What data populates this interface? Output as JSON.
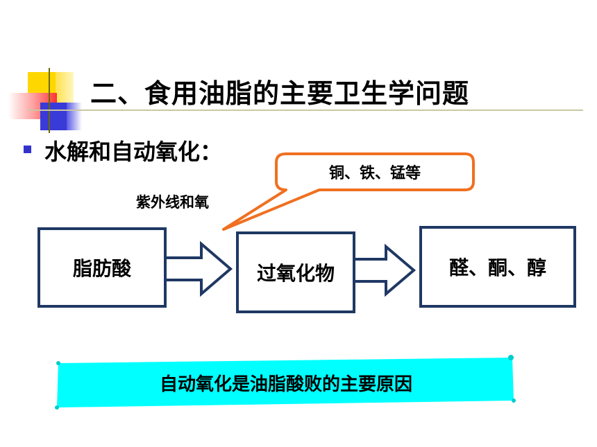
{
  "slide": {
    "title": "二、食用油脂的主要卫生学问题",
    "subtitle": "水解和自动氧化：",
    "callout": "铜、铁、锰等",
    "uv_label": "紫外线和氧",
    "flow": {
      "box1": "脂肪酸",
      "box2": "过氧化物",
      "box3": "醛、酮、醇"
    },
    "banner": "自动氧化是油脂酸败的主要原因"
  },
  "colors": {
    "box_border": "#1f3864",
    "callout_border": "#f07020",
    "banner_fill": "#00ffff",
    "bullet": "#3333cc"
  }
}
